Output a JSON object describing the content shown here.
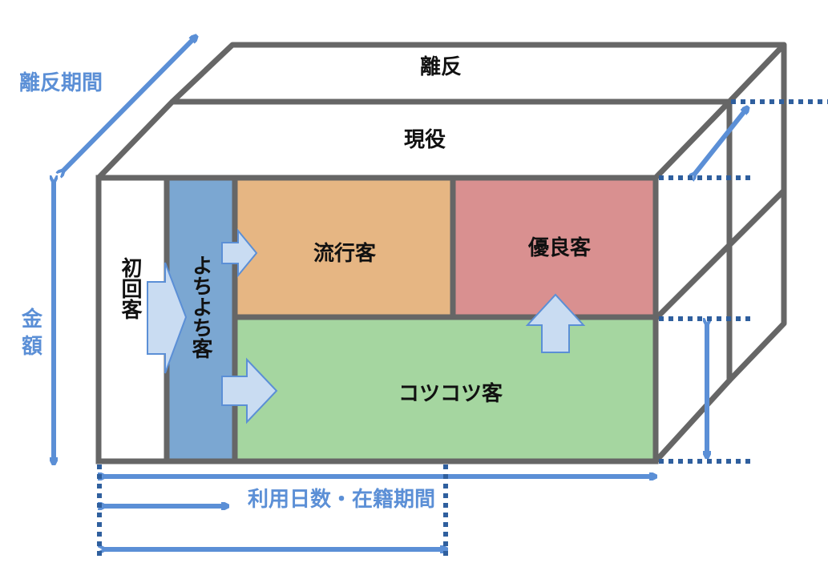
{
  "colors": {
    "edge": "#666666",
    "axis": "#5b8fd6",
    "dotted": "#2f5f9e",
    "first": "#ffffff",
    "newbie": "#7ba7d2",
    "trend": "#e6b683",
    "loyal": "#d99090",
    "steady": "#a5d6a0",
    "transition_arrow": "#c9dcf2"
  },
  "layers": {
    "back": "離反",
    "middle": "現役"
  },
  "segments": {
    "first_time": "初回客",
    "newbie": "よちよち客",
    "trendy": "流行客",
    "loyal": "優良客",
    "steady": "コツコツ客"
  },
  "axes": {
    "churn_period": "離反期間",
    "amount_line1": "金",
    "amount_line2": "額",
    "usage": "利用日数・在籍期間"
  },
  "icons": {
    "arrows": "double-headed-arrow",
    "transitions": "block-arrow"
  }
}
